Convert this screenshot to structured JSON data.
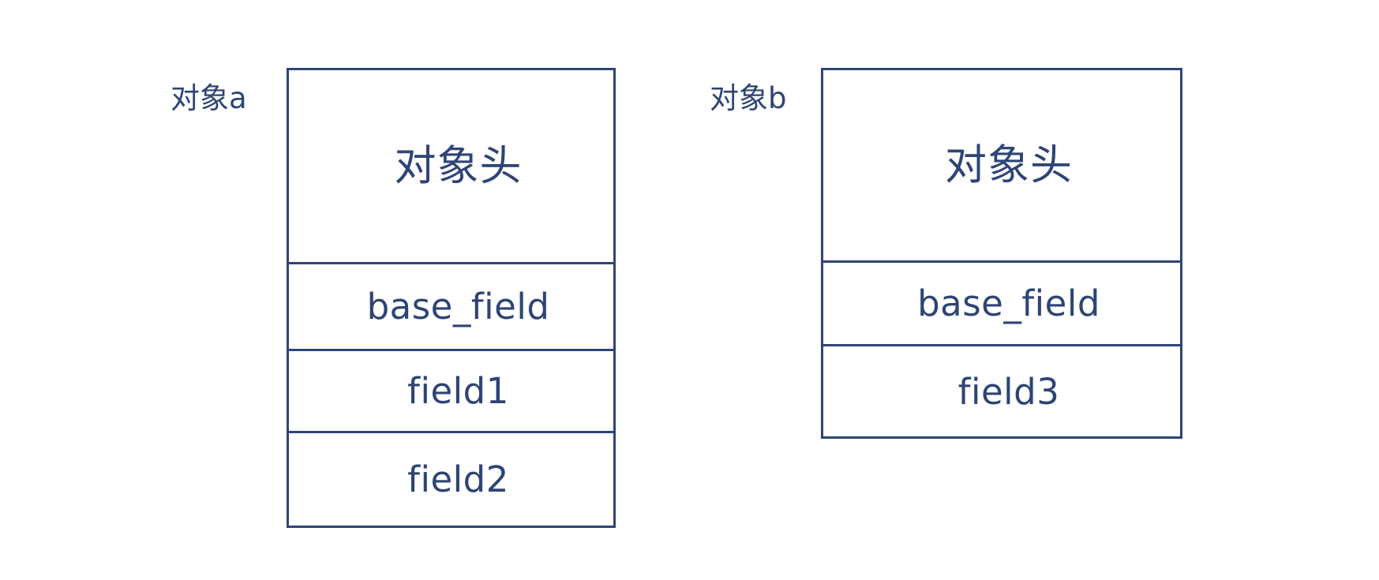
{
  "diagram": {
    "title": "Java object memory layout: inheritance field arrangement",
    "background_color": "#ffffff",
    "stroke_color": "#2e4475",
    "text_color": "#2e4475"
  },
  "objects": [
    {
      "id": "object-a",
      "label": "对象a",
      "rows": [
        {
          "kind": "header",
          "text": "对象头"
        },
        {
          "kind": "field",
          "text": "base_field"
        },
        {
          "kind": "field",
          "text": "field1"
        },
        {
          "kind": "field",
          "text": "field2"
        }
      ]
    },
    {
      "id": "object-b",
      "label": "对象b",
      "rows": [
        {
          "kind": "header",
          "text": "对象头"
        },
        {
          "kind": "field",
          "text": "base_field"
        },
        {
          "kind": "field",
          "text": "field3"
        }
      ]
    }
  ]
}
